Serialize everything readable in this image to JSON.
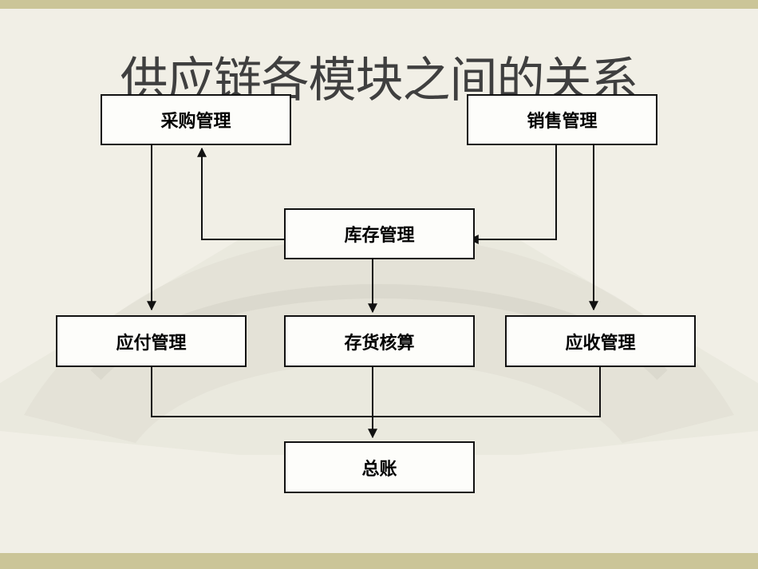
{
  "title": "供应链各模块之间的关系",
  "nodes": {
    "purchase": "采购管理",
    "sales": "销售管理",
    "inventory": "库存管理",
    "payable": "应付管理",
    "stock_accounting": "存货核算",
    "receivable": "应收管理",
    "ledger": "总账"
  },
  "colors": {
    "band": "#cbc598",
    "background": "#f1efe6",
    "line": "#111111"
  }
}
